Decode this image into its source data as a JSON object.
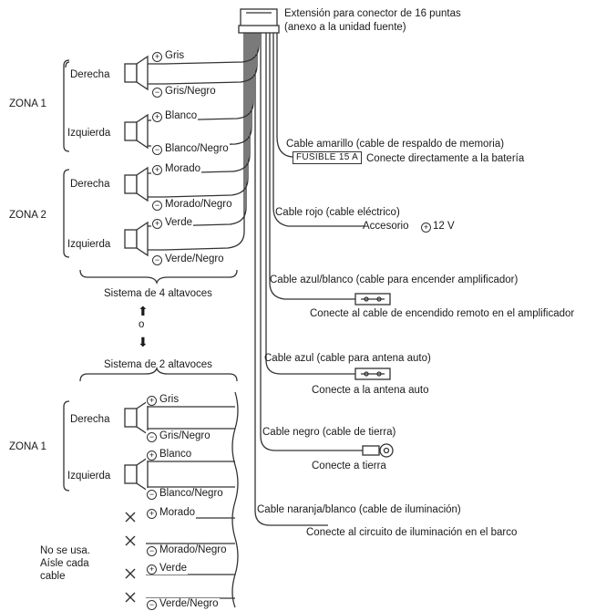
{
  "connector": {
    "title_line1": "Extensión para conector de 16 puntas",
    "title_line2": "(anexo a la unidad fuente)"
  },
  "zones": {
    "zone1": "ZONA 1",
    "zone2": "ZONA 2",
    "zone1_bottom": "ZONA 1"
  },
  "sides": {
    "right": "Derecha",
    "left": "Izquierda"
  },
  "speaker_wires_top": [
    {
      "sym": "+",
      "label": "Gris"
    },
    {
      "sym": "−",
      "label": "Gris/Negro"
    },
    {
      "sym": "+",
      "label": "Blanco"
    },
    {
      "sym": "−",
      "label": "Blanco/Negro"
    },
    {
      "sym": "+",
      "label": "Morado"
    },
    {
      "sym": "−",
      "label": "Morado/Negro"
    },
    {
      "sym": "+",
      "label": "Verde"
    },
    {
      "sym": "−",
      "label": "Verde/Negro"
    }
  ],
  "speaker_wires_bottom": [
    {
      "sym": "+",
      "label": "Gris"
    },
    {
      "sym": "−",
      "label": "Gris/Negro"
    },
    {
      "sym": "+",
      "label": "Blanco"
    },
    {
      "sym": "−",
      "label": "Blanco/Negro"
    },
    {
      "sym": "+",
      "label": "Morado"
    },
    {
      "sym": "−",
      "label": "Morado/Negro"
    },
    {
      "sym": "+",
      "label": "Verde"
    },
    {
      "sym": "−",
      "label": "Verde/Negro"
    }
  ],
  "systems": {
    "four": "Sistema de 4 altavoces",
    "or": "o",
    "two": "Sistema de 2 altavoces"
  },
  "unused_note": [
    "No se usa.",
    "Aísle cada",
    "cable"
  ],
  "cables": {
    "yellow": "Cable amarillo (cable de respaldo de memoria)",
    "fuse": "FUSIBLE 15 A",
    "yellow_note": "Conecte directamente a la batería",
    "red": "Cable rojo (cable eléctrico)",
    "red_note": "Accesorio",
    "red_volt": "12 V",
    "bluewhite": "Cable azul/blanco (cable para encender amplificador)",
    "bluewhite_note": "Conecte al cable de encendido remoto en el amplificador",
    "blue": "Cable azul (cable para antena auto)",
    "blue_note": "Conecte a la antena auto",
    "black": "Cable negro (cable de tierra)",
    "black_note": "Conecte a tierra",
    "orange": "Cable naranja/blanco (cable de iluminación)",
    "orange_note": "Conecte al circuito de iluminación en el barco"
  }
}
